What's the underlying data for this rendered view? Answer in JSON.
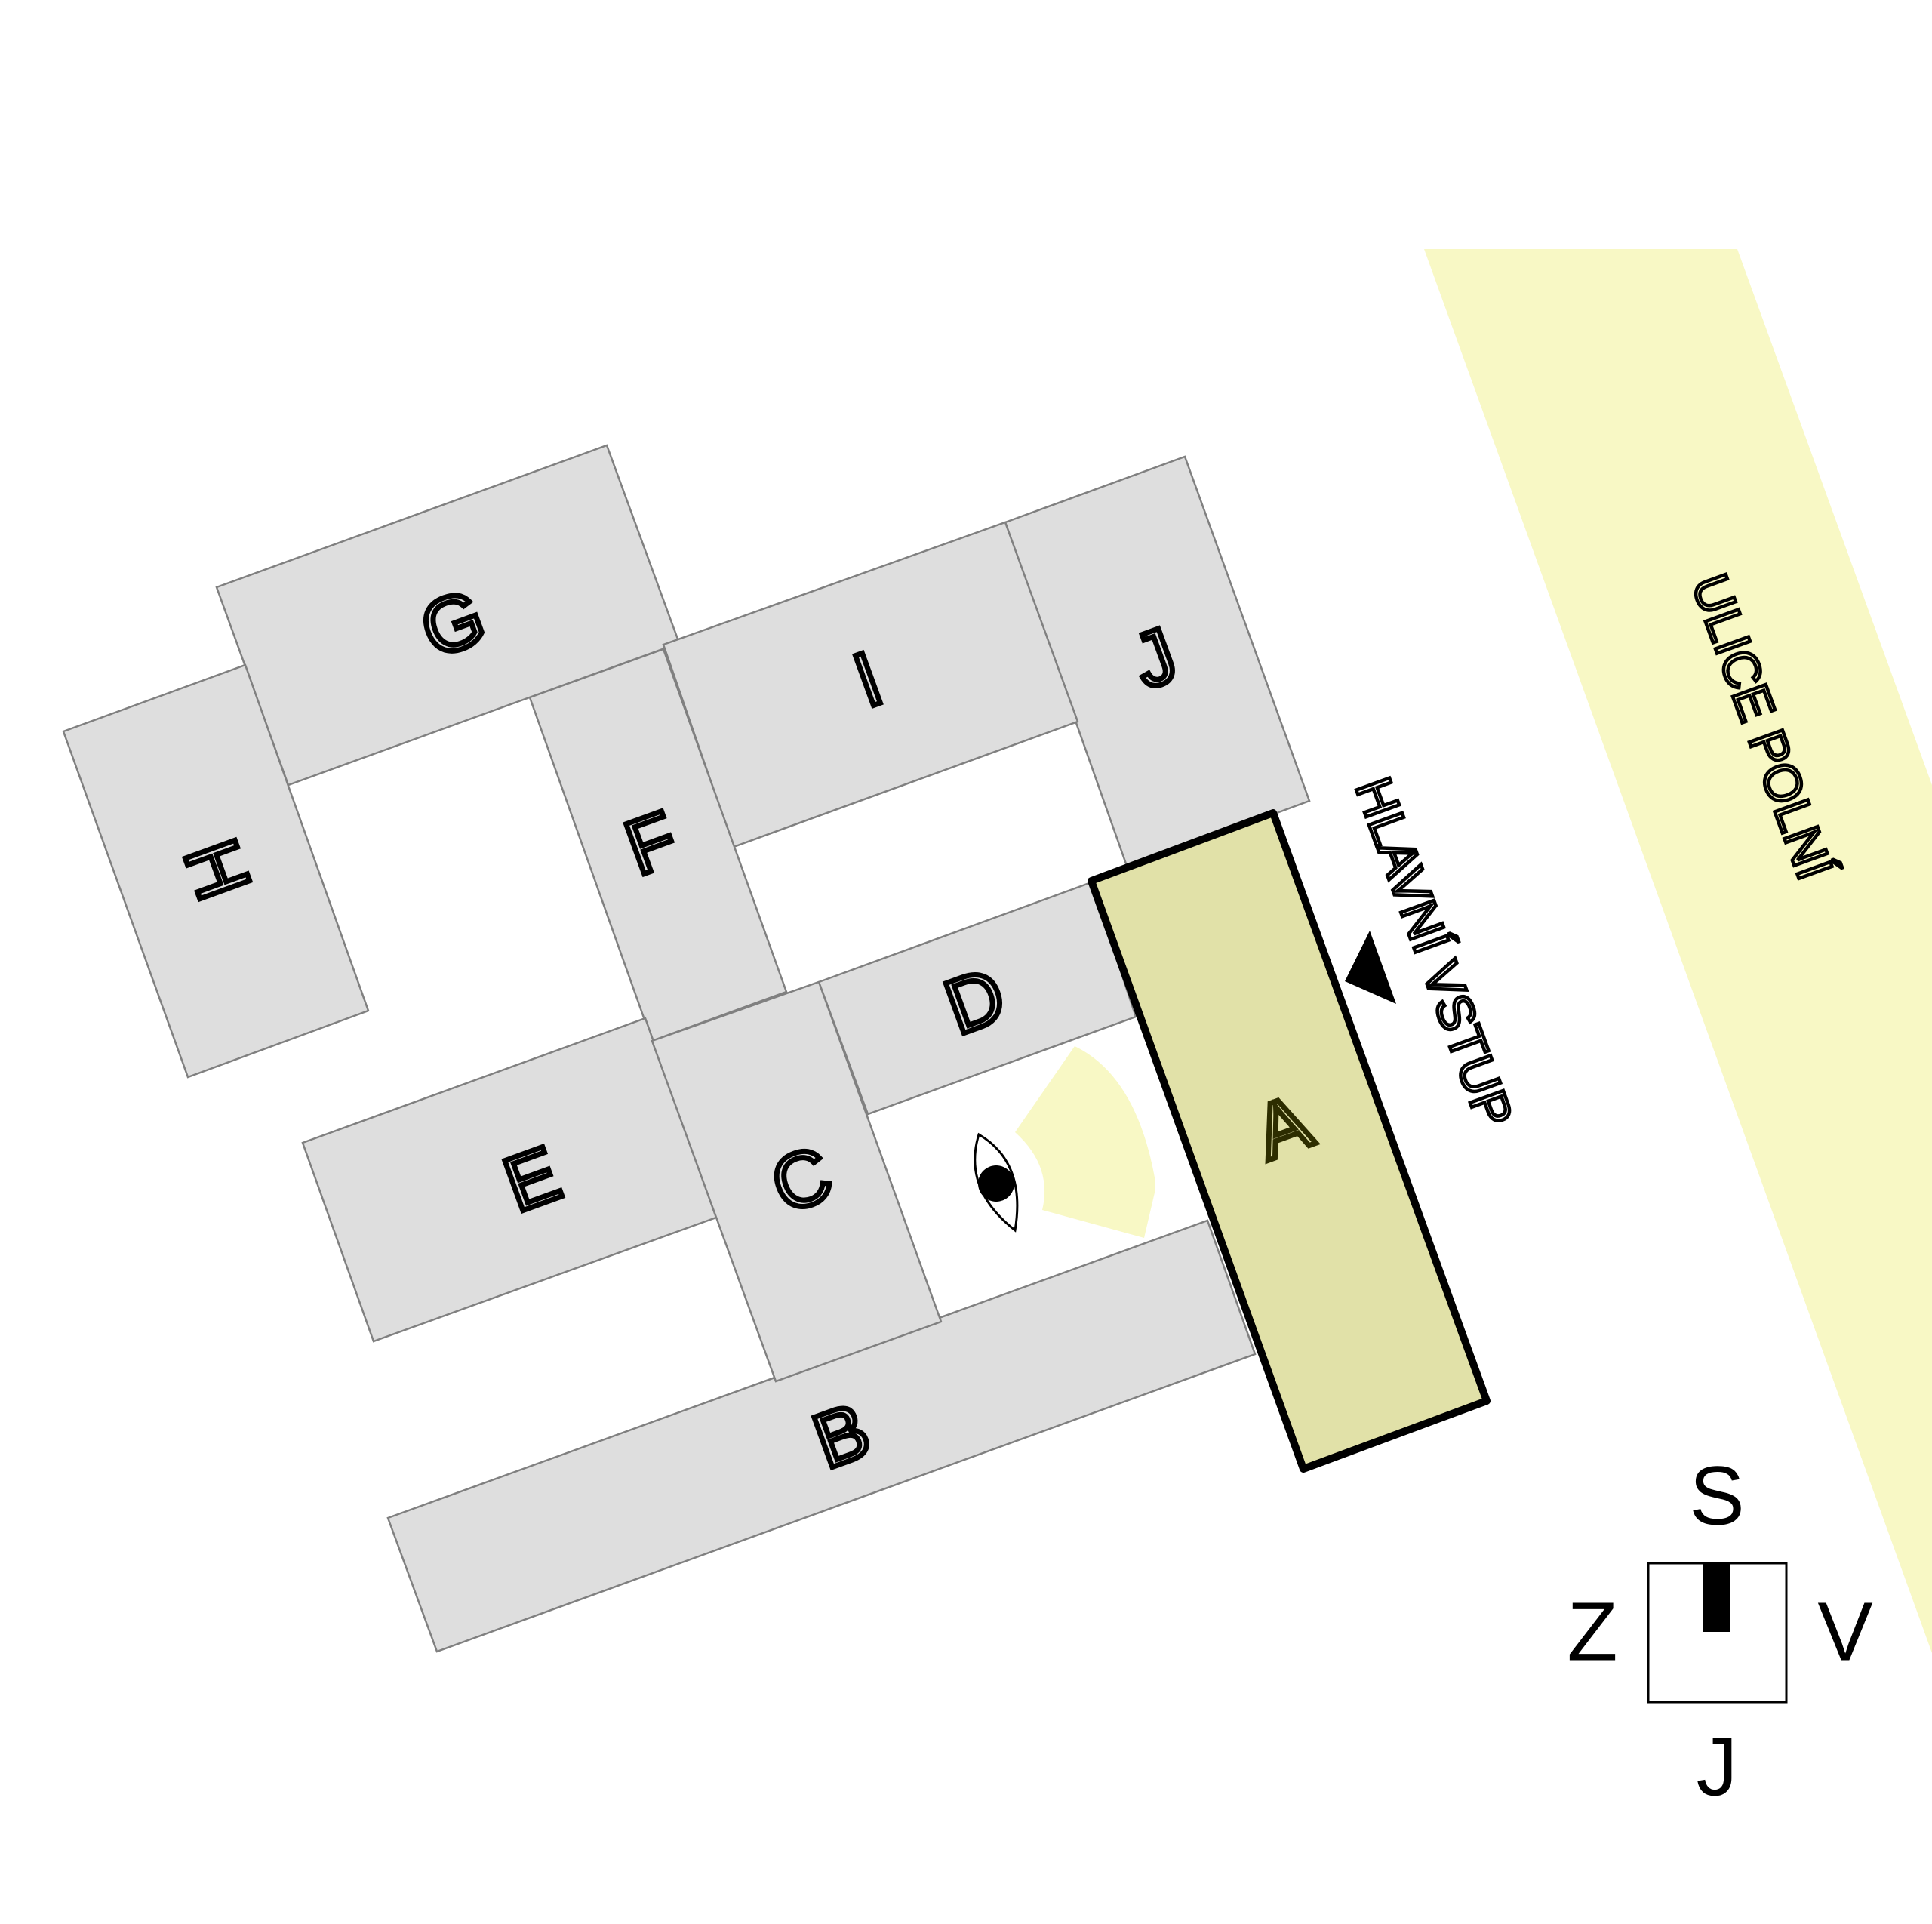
{
  "street": {
    "name": "ULICE POLNÍ",
    "color": "#f8f8c5"
  },
  "entrance": {
    "label": "HLAVNÍ VSTUP"
  },
  "buildings": {
    "a": {
      "label": "A",
      "color": "#e1e1a8"
    },
    "b": {
      "label": "B"
    },
    "c": {
      "label": "C"
    },
    "d": {
      "label": "D"
    },
    "e": {
      "label": "E"
    },
    "f": {
      "label": "F"
    },
    "g": {
      "label": "G"
    },
    "h": {
      "label": "H"
    },
    "i": {
      "label": "I"
    },
    "j": {
      "label": "J"
    },
    "color": "#dedede"
  },
  "viewpoint": {
    "icon": "eye-icon",
    "cone_color": "#f8f8c5"
  },
  "compass": {
    "north": "S",
    "south": "J",
    "west": "Z",
    "east": "V",
    "icon": "compass-icon"
  }
}
